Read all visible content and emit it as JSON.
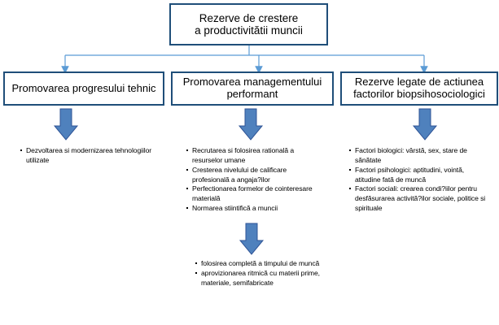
{
  "diagram": {
    "root": {
      "lines": [
        "Rezerve de crestere",
        "a productivitătii muncii"
      ]
    },
    "branches": [
      {
        "lines": [
          "Promovarea progresului tehnic"
        ],
        "bullets": [
          "Dezvoltarea si modernizarea tehnologiilor utilizate"
        ]
      },
      {
        "lines": [
          "Promovarea managementului",
          "performant"
        ],
        "bullets": [
          "Recrutarea si folosirea ratională a resurselor umane",
          "Cresterea nivelului de calificare profesională a angaja?ilor",
          "Perfectionarea formelor de cointeresare materială",
          "Normarea stiintifică a muncii"
        ],
        "sub_bullets": [
          "folosirea completă a timpului de muncă",
          "aprovizionarea ritmică cu materii prime, materiale, semifabricate"
        ]
      },
      {
        "lines": [
          "Rezerve legate de actiunea",
          "factorilor biopsihosociologici"
        ],
        "bullets": [
          "Factori biologici: vârstă, sex, stare de sănătate",
          "Factori psihologici: aptitudini, vointă, atitudine fată de muncă",
          "Factori sociali: crearea condi?iilor pentru desfăsurarea activită?ilor sociale, politice si spirituale"
        ]
      }
    ]
  },
  "colors": {
    "box_border": "#1f4e79",
    "connector": "#5b9bd5",
    "arrow_fill": "#4f81bd",
    "arrow_stroke": "#2f5496"
  }
}
